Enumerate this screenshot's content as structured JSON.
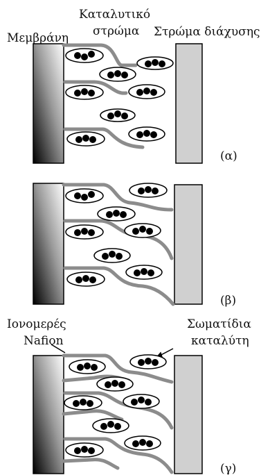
{
  "labels": {
    "membrane": "Μεμβράνη",
    "catalyst_layer_1": "Καταλυτικό",
    "catalyst_layer_2": "στρώμα",
    "diffusion_layer": "Στρώμα διάχυσης",
    "ionomer_1": "Ιονομερές",
    "ionomer_2": "Nafion",
    "catalyst_particles_1": "Σωματίδια",
    "catalyst_particles_2": "καταλύτη"
  },
  "panels": [
    {
      "id": "a",
      "caption": "(α)"
    },
    {
      "id": "b",
      "caption": "(β)"
    },
    {
      "id": "c",
      "caption": "(γ)"
    }
  ],
  "colors": {
    "ionomer_stroke": "#8c8c8c",
    "diffusion_fill": "#d0d0d0",
    "membrane_dark": "#000000",
    "membrane_light": "#ffffff",
    "particle": "#000000",
    "outline": "#000000"
  }
}
